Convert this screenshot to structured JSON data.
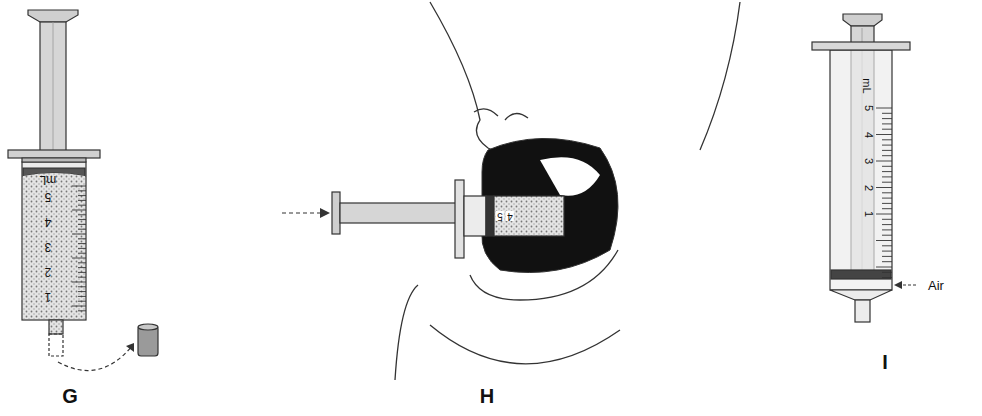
{
  "diagram": {
    "labels": [
      "mL",
      "5",
      "4",
      "3",
      "2",
      "1",
      "G",
      "4",
      "5",
      "H",
      "mL",
      "5",
      "4",
      "3",
      "2",
      "1",
      "Air",
      "I"
    ]
  }
}
